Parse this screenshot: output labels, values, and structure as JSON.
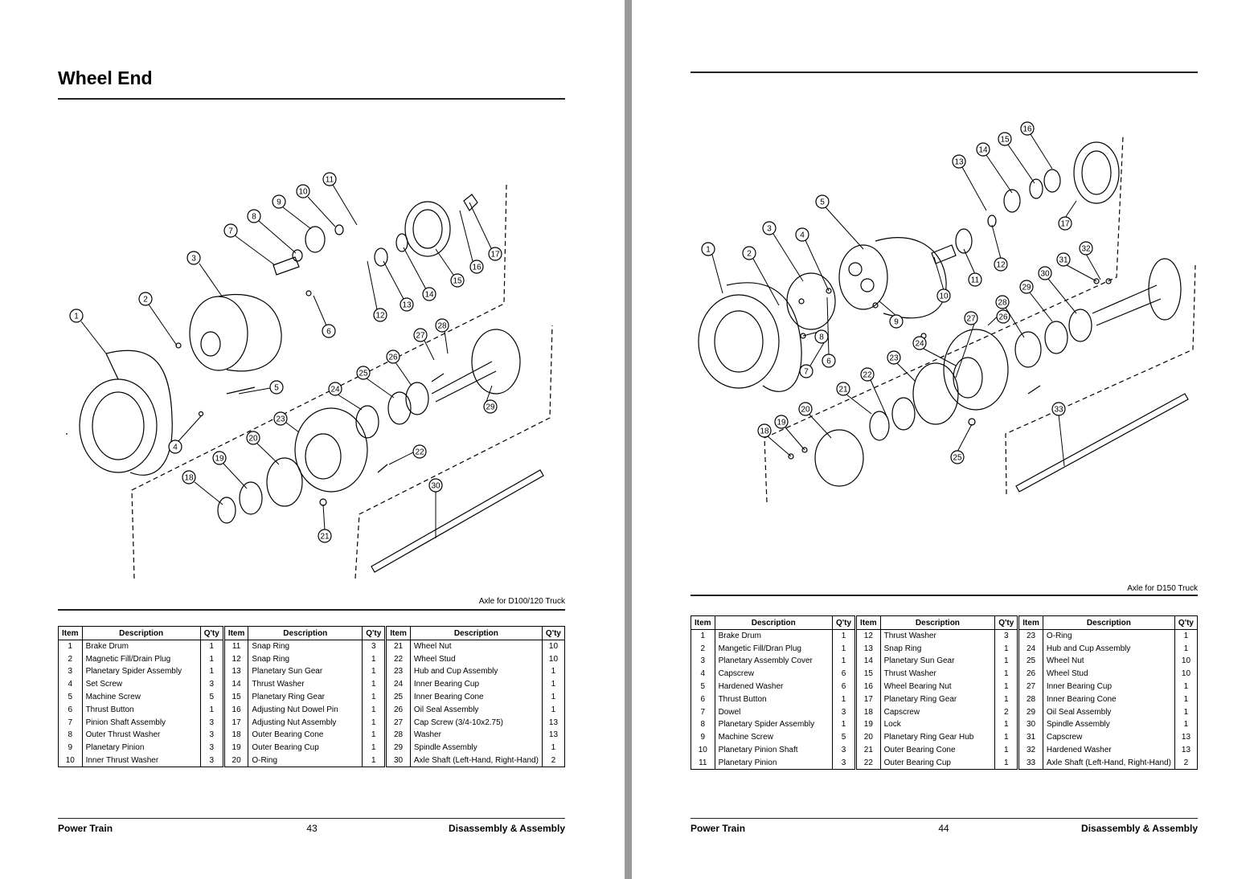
{
  "left_page": {
    "title": "Wheel End",
    "caption": "Axle for D100/120 Truck",
    "headers": [
      "Item",
      "Description",
      "Q'ty",
      "Item",
      "Description",
      "Q'ty",
      "Item",
      "Description",
      "Q'ty"
    ],
    "rows": [
      [
        "1",
        "Brake Drum",
        "1",
        "11",
        "Snap Ring",
        "3",
        "21",
        "Wheel Nut",
        "10"
      ],
      [
        "2",
        "Magnetic Fill/Drain Plug",
        "1",
        "12",
        "Snap Ring",
        "1",
        "22",
        "Wheel Stud",
        "10"
      ],
      [
        "3",
        "Planetary Spider Assembly",
        "1",
        "13",
        "Planetary Sun Gear",
        "1",
        "23",
        "Hub and Cup Assembly",
        "1"
      ],
      [
        "4",
        "Set Screw",
        "3",
        "14",
        "Thrust Washer",
        "1",
        "24",
        "Inner Bearing Cup",
        "1"
      ],
      [
        "5",
        "Machine Screw",
        "5",
        "15",
        "Planetary Ring Gear",
        "1",
        "25",
        "Inner Bearing Cone",
        "1"
      ],
      [
        "6",
        "Thrust Button",
        "1",
        "16",
        "Adjusting Nut Dowel Pin",
        "1",
        "26",
        "Oil Seal Assembly",
        "1"
      ],
      [
        "7",
        "Pinion Shaft Assembly",
        "3",
        "17",
        "Adjusting Nut Assembly",
        "1",
        "27",
        "Cap Screw (3/4-10x2.75)",
        "13"
      ],
      [
        "8",
        "Outer Thrust Washer",
        "3",
        "18",
        "Outer Bearing Cone",
        "1",
        "28",
        "Washer",
        "13"
      ],
      [
        "9",
        "Planetary Pinion",
        "3",
        "19",
        "Outer Bearing Cup",
        "1",
        "29",
        "Spindle Assembly",
        "1"
      ],
      [
        "10",
        "Inner Thrust Washer",
        "3",
        "20",
        "O-Ring",
        "1",
        "30",
        "Axle Shaft (Left-Hand, Right-Hand)",
        "2"
      ]
    ],
    "footer_left": "Power Train",
    "page_number": "43",
    "footer_right": "Disassembly & Assembly",
    "callouts": [
      "1",
      "2",
      "3",
      "4",
      "5",
      "6",
      "7",
      "8",
      "9",
      "10",
      "11",
      "12",
      "13",
      "14",
      "15",
      "16",
      "17",
      "18",
      "19",
      "20",
      "21",
      "22",
      "23",
      "24",
      "25",
      "26",
      "27",
      "28",
      "29",
      "30"
    ]
  },
  "right_page": {
    "caption": "Axle for D150 Truck",
    "headers": [
      "Item",
      "Description",
      "Q'ty",
      "Item",
      "Description",
      "Q'ty",
      "Item",
      "Description",
      "Q'ty"
    ],
    "rows": [
      [
        "1",
        "Brake Drum",
        "1",
        "12",
        "Thrust Washer",
        "3",
        "23",
        "O-Ring",
        "1"
      ],
      [
        "2",
        "Mangetic Fill/Dran Plug",
        "1",
        "13",
        "Snap Ring",
        "1",
        "24",
        "Hub and Cup Assembly",
        "1"
      ],
      [
        "3",
        "Planetary Assembly Cover",
        "1",
        "14",
        "Planetary Sun Gear",
        "1",
        "25",
        "Wheel Nut",
        "10"
      ],
      [
        "4",
        "Capscrew",
        "6",
        "15",
        "Thrust Washer",
        "1",
        "26",
        "Wheel Stud",
        "10"
      ],
      [
        "5",
        "Hardened Washer",
        "6",
        "16",
        "Wheel Bearing Nut",
        "1",
        "27",
        "Inner Bearing Cup",
        "1"
      ],
      [
        "6",
        "Thrust Button",
        "1",
        "17",
        "Planetary Ring Gear",
        "1",
        "28",
        "Inner Bearing Cone",
        "1"
      ],
      [
        "7",
        "Dowel",
        "3",
        "18",
        "Capscrew",
        "2",
        "29",
        "Oil Seal Assembly",
        "1"
      ],
      [
        "8",
        "Planetary Spider Assembly",
        "1",
        "19",
        "Lock",
        "1",
        "30",
        "Spindle Assembly",
        "1"
      ],
      [
        "9",
        "Machine Screw",
        "5",
        "20",
        "Planetary Ring Gear Hub",
        "1",
        "31",
        "Capscrew",
        "13"
      ],
      [
        "10",
        "Planetary Pinion Shaft",
        "3",
        "21",
        "Outer Bearing Cone",
        "1",
        "32",
        "Hardened Washer",
        "13"
      ],
      [
        "11",
        "Planetary Pinion",
        "3",
        "22",
        "Outer Bearing Cup",
        "1",
        "33",
        "Axle Shaft (Left-Hand, Right-Hand)",
        "2"
      ]
    ],
    "footer_left": "Power Train",
    "page_number": "44",
    "footer_right": "Disassembly & Assembly",
    "callouts": [
      "1",
      "2",
      "3",
      "4",
      "5",
      "6",
      "7",
      "8",
      "9",
      "10",
      "11",
      "12",
      "13",
      "14",
      "15",
      "16",
      "17",
      "18",
      "19",
      "20",
      "21",
      "22",
      "23",
      "24",
      "25",
      "26",
      "27",
      "28",
      "29",
      "30",
      "31",
      "32",
      "33"
    ]
  }
}
